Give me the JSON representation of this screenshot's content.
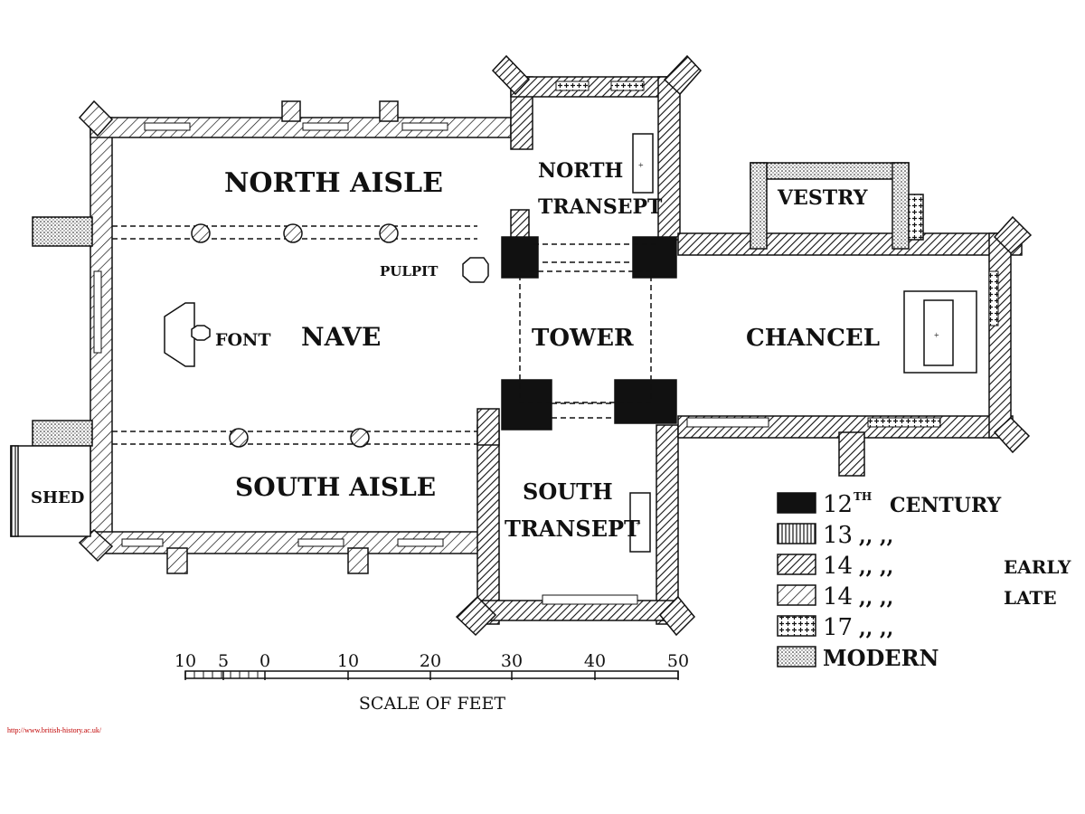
{
  "rooms": {
    "north_aisle": "NORTH AISLE",
    "north_transept_1": "NORTH",
    "north_transept_2": "TRANSEPT",
    "vestry": "VESTRY",
    "pulpit": "PULPIT",
    "font": "FONT",
    "nave": "NAVE",
    "tower": "TOWER",
    "chancel": "CHANCEL",
    "south_aisle": "SOUTH AISLE",
    "south_transept_1": "SOUTH",
    "south_transept_2": "TRANSEPT",
    "shed": "SHED"
  },
  "legend": {
    "rows": [
      {
        "key": "black",
        "num": "12",
        "sup": "TH",
        "text": "CENTURY",
        "extra": ""
      },
      {
        "key": "vert",
        "num": "13",
        "sup": "",
        "text": ",,        ,,",
        "extra": ""
      },
      {
        "key": "hatchA",
        "num": "14",
        "sup": "",
        "text": ",,        ,,",
        "extra": "EARLY"
      },
      {
        "key": "hatchB",
        "num": "14",
        "sup": "",
        "text": ",,        ,,",
        "extra": "LATE"
      },
      {
        "key": "cross",
        "num": "17",
        "sup": "",
        "text": ",,        ,,",
        "extra": ""
      },
      {
        "key": "dots",
        "num": "",
        "sup": "",
        "text": "MODERN",
        "extra": ""
      }
    ]
  },
  "scale": {
    "ticks": [
      "10",
      "5",
      "0",
      "10",
      "20",
      "30",
      "40",
      "50"
    ],
    "caption": "SCALE OF FEET"
  },
  "source_link": "http://www.british-history.ac.uk/"
}
